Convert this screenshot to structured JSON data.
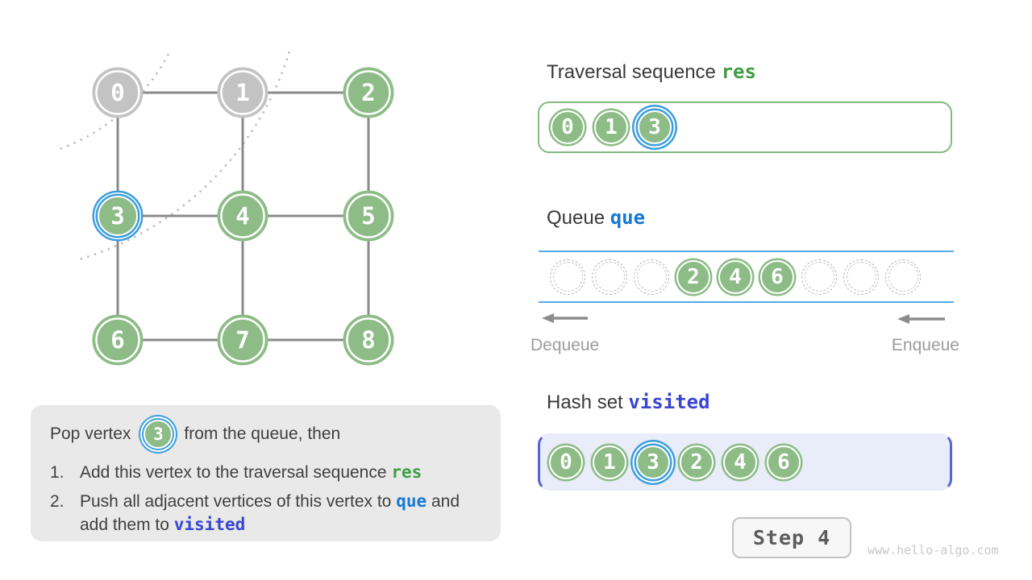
{
  "colors": {
    "node_green": "#8dbc87",
    "node_gray": "#c3c3c3",
    "highlight_blue": "#3d9edd",
    "edge_gray": "#8a8a8a",
    "res_green": "#3f9e44",
    "que_blue": "#1679d3",
    "visited_indigo": "#3945d1",
    "queue_line_blue": "#55a8e9",
    "visited_box_bg": "#e9ecf9",
    "explain_bg": "#e9e9e9"
  },
  "graph": {
    "nodes": [
      {
        "label": "0",
        "state": "gray"
      },
      {
        "label": "1",
        "state": "gray"
      },
      {
        "label": "2",
        "state": "green"
      },
      {
        "label": "3",
        "state": "highlight"
      },
      {
        "label": "4",
        "state": "green"
      },
      {
        "label": "5",
        "state": "green"
      },
      {
        "label": "6",
        "state": "green"
      },
      {
        "label": "7",
        "state": "green"
      },
      {
        "label": "8",
        "state": "green"
      }
    ]
  },
  "explanation": {
    "line1_prefix": "Pop vertex",
    "line1_vertex": "3",
    "line1_suffix": "from the queue, then",
    "item1_num": "1.",
    "item1_text": "Add this vertex to the traversal sequence ",
    "item1_keyword": "res",
    "item2_num": "2.",
    "item2_text": "Push all adjacent vertices of this vertex to ",
    "item2_keyword": "que",
    "item2_text2": " and add them to ",
    "item2_keyword2": "visited"
  },
  "panels": {
    "traversal": {
      "title_prefix": "Traversal sequence ",
      "keyword": "res",
      "items": [
        "0",
        "1",
        "3"
      ],
      "highlight_index": 2
    },
    "queue": {
      "title_prefix": "Queue ",
      "keyword": "que",
      "slots": [
        "",
        "",
        "",
        "2",
        "4",
        "6",
        "",
        "",
        ""
      ],
      "dequeue_label": "Dequeue",
      "enqueue_label": "Enqueue"
    },
    "visited": {
      "title_prefix": "Hash set ",
      "keyword": "visited",
      "items": [
        "0",
        "1",
        "3",
        "2",
        "4",
        "6"
      ],
      "highlight_index": 2
    }
  },
  "footer": {
    "step_label": "Step 4",
    "watermark": "www.hello-algo.com"
  }
}
